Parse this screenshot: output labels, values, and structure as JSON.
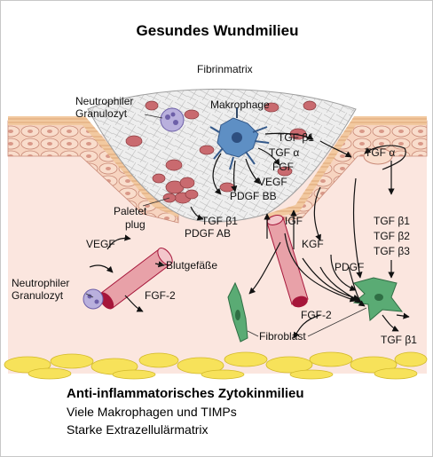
{
  "title": "Gesundes Wundmilieu",
  "labels": {
    "fibrinmatrix": "Fibrinmatrix",
    "neutrophiler_top_1": "Neutrophiler",
    "neutrophiler_top_2": "Granulozyt",
    "makrophage": "Makrophage",
    "tgf_beta1_macro": "TGF β1",
    "tgf_alpha_macro": "TGF α",
    "fgf_macro": "FGF",
    "vegf_macro": "VEGF",
    "pdgf_bb": "PDGF BB",
    "paletet_1": "Paletet",
    "paletet_2": "plug",
    "tgf_beta1_platelet": "TGF β1",
    "pdgf_ab": "PDGF AB",
    "tgf_alpha_right": "TGF α",
    "igf": "IGF",
    "kgf": "KGF",
    "pdgf": "PDGF",
    "tgf_beta1_right": "TGF β1",
    "tgf_beta2_right": "TGF β2",
    "tgf_beta3_right": "TGF β3",
    "vegf_left": "VEGF",
    "blutgefaesse": "Blutgefäße",
    "neutrophiler_left_1": "Neutrophiler",
    "neutrophiler_left_2": "Granulozyt",
    "fgf2_left": "FGF-2",
    "fgf2_right": "FGF-2",
    "fibroblast": "Fibroblast",
    "tgf_beta1_bottom": "TGF β1"
  },
  "caption": {
    "heading": "Anti-inflammatorisches Zytokinmilieu",
    "line1": "Viele Makrophagen und TIMPs",
    "line2": "Starke Extrazellulärmatrix"
  },
  "colors": {
    "skin_top": "#f2c9a0",
    "skin_cells": "#f7d4c0",
    "dermis": "#fbe6df",
    "fibrin": "#eeeeee",
    "vessel": "#e8a1a8",
    "vessel_end": "#a6163a",
    "macrophage": "#5e8fc4",
    "neutrophil": "#9a8dc9",
    "fibroblast": "#5aab74",
    "fat": "#f7e25a",
    "red_cell": "#c96a6f"
  }
}
